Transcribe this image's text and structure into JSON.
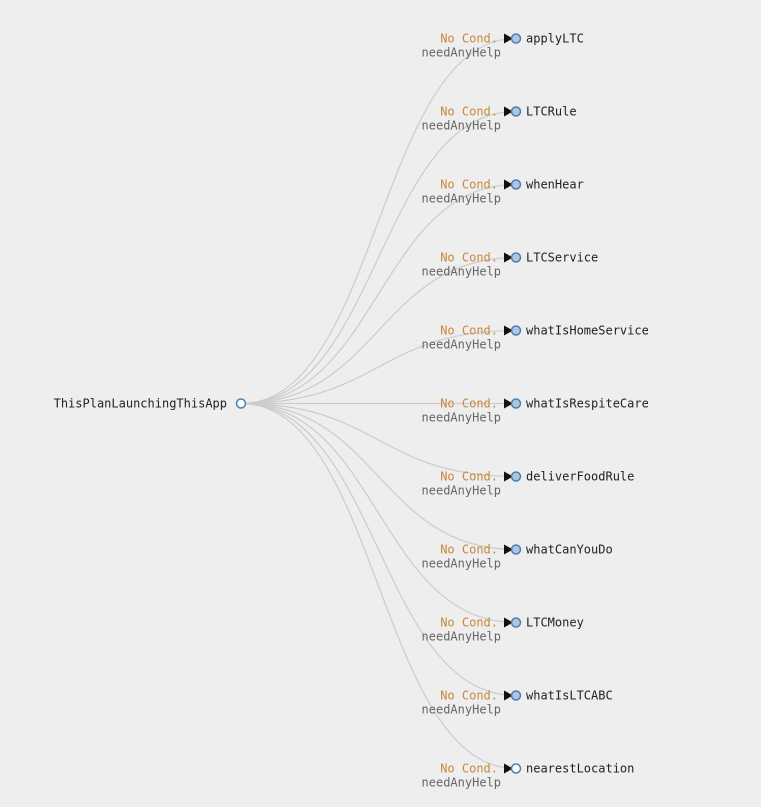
{
  "diagram": {
    "root": {
      "label": "ThisPlanLaunchingThisApp",
      "collapsed": false
    },
    "children": [
      {
        "label": "applyLTC",
        "condition": "No Cond.",
        "intent": "needAnyHelp",
        "collapsed": true
      },
      {
        "label": "LTCRule",
        "condition": "No Cond.",
        "intent": "needAnyHelp",
        "collapsed": true
      },
      {
        "label": "whenHear",
        "condition": "No Cond.",
        "intent": "needAnyHelp",
        "collapsed": true
      },
      {
        "label": "LTCService",
        "condition": "No Cond.",
        "intent": "needAnyHelp",
        "collapsed": true
      },
      {
        "label": "whatIsHomeService",
        "condition": "No Cond.",
        "intent": "needAnyHelp",
        "collapsed": true
      },
      {
        "label": "whatIsRespiteCare",
        "condition": "No Cond.",
        "intent": "needAnyHelp",
        "collapsed": true
      },
      {
        "label": "deliverFoodRule",
        "condition": "No Cond.",
        "intent": "needAnyHelp",
        "collapsed": true
      },
      {
        "label": "whatCanYouDo",
        "condition": "No Cond.",
        "intent": "needAnyHelp",
        "collapsed": true
      },
      {
        "label": "LTCMoney",
        "condition": "No Cond.",
        "intent": "needAnyHelp",
        "collapsed": true
      },
      {
        "label": "whatIsLTCABC",
        "condition": "No Cond.",
        "intent": "needAnyHelp",
        "collapsed": true
      },
      {
        "label": "nearestLocation",
        "condition": "No Cond.",
        "intent": "needAnyHelp",
        "collapsed": false
      }
    ],
    "colors": {
      "background": "#eeeeee",
      "link": "#cccccc",
      "node_stroke": "#4682b4",
      "node_fill_collapsed": "#b0c4de",
      "node_fill_leaf": "#ffffff",
      "label": "#222222",
      "condition": "#c8883c",
      "intent": "#666666",
      "arrow": "#111111"
    }
  }
}
